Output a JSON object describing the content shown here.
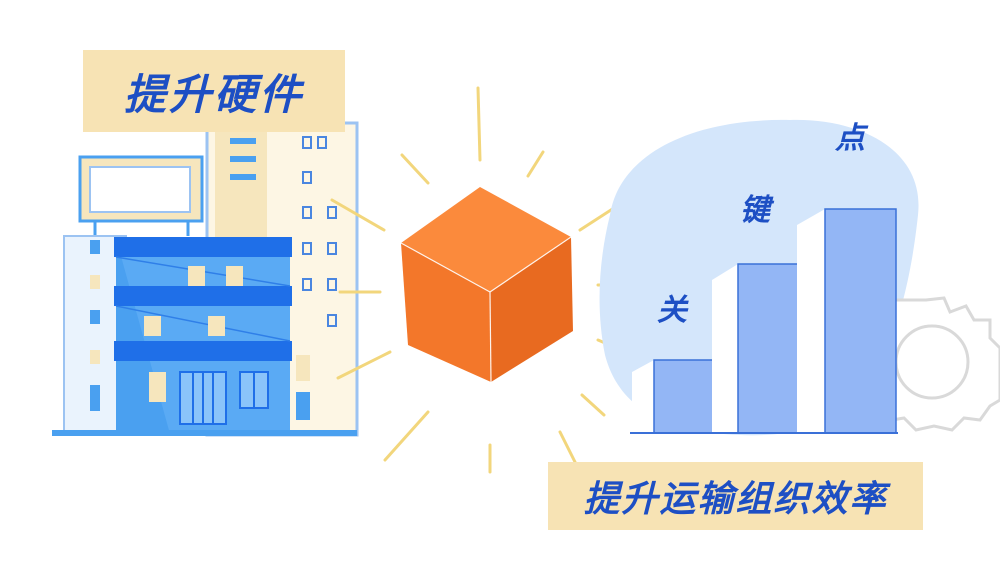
{
  "labels": {
    "hardware": "提升硬件",
    "efficiency": "提升运输组织效率"
  },
  "key_point_chars": [
    "关",
    "键",
    "点"
  ],
  "colors": {
    "label_background": "#f7e3b4",
    "text_blue": "#1d4fc4",
    "cube_front": "#f3772a",
    "cube_top": "#fb8a3c",
    "cube_side": "#e86a20",
    "building_blue": "#4aa0f0",
    "floor_band": "#1f6fe8",
    "cream": "#fdf6e4",
    "bar_blue": "#93b6f5",
    "blob_blue": "#d4e6fb",
    "ray_yellow": "#f2d67c",
    "gear_gray": "#d9d9d9"
  },
  "icons": [
    "office-building-illustration",
    "cube-illustration",
    "bar-chart-illustration",
    "gear-icon"
  ]
}
